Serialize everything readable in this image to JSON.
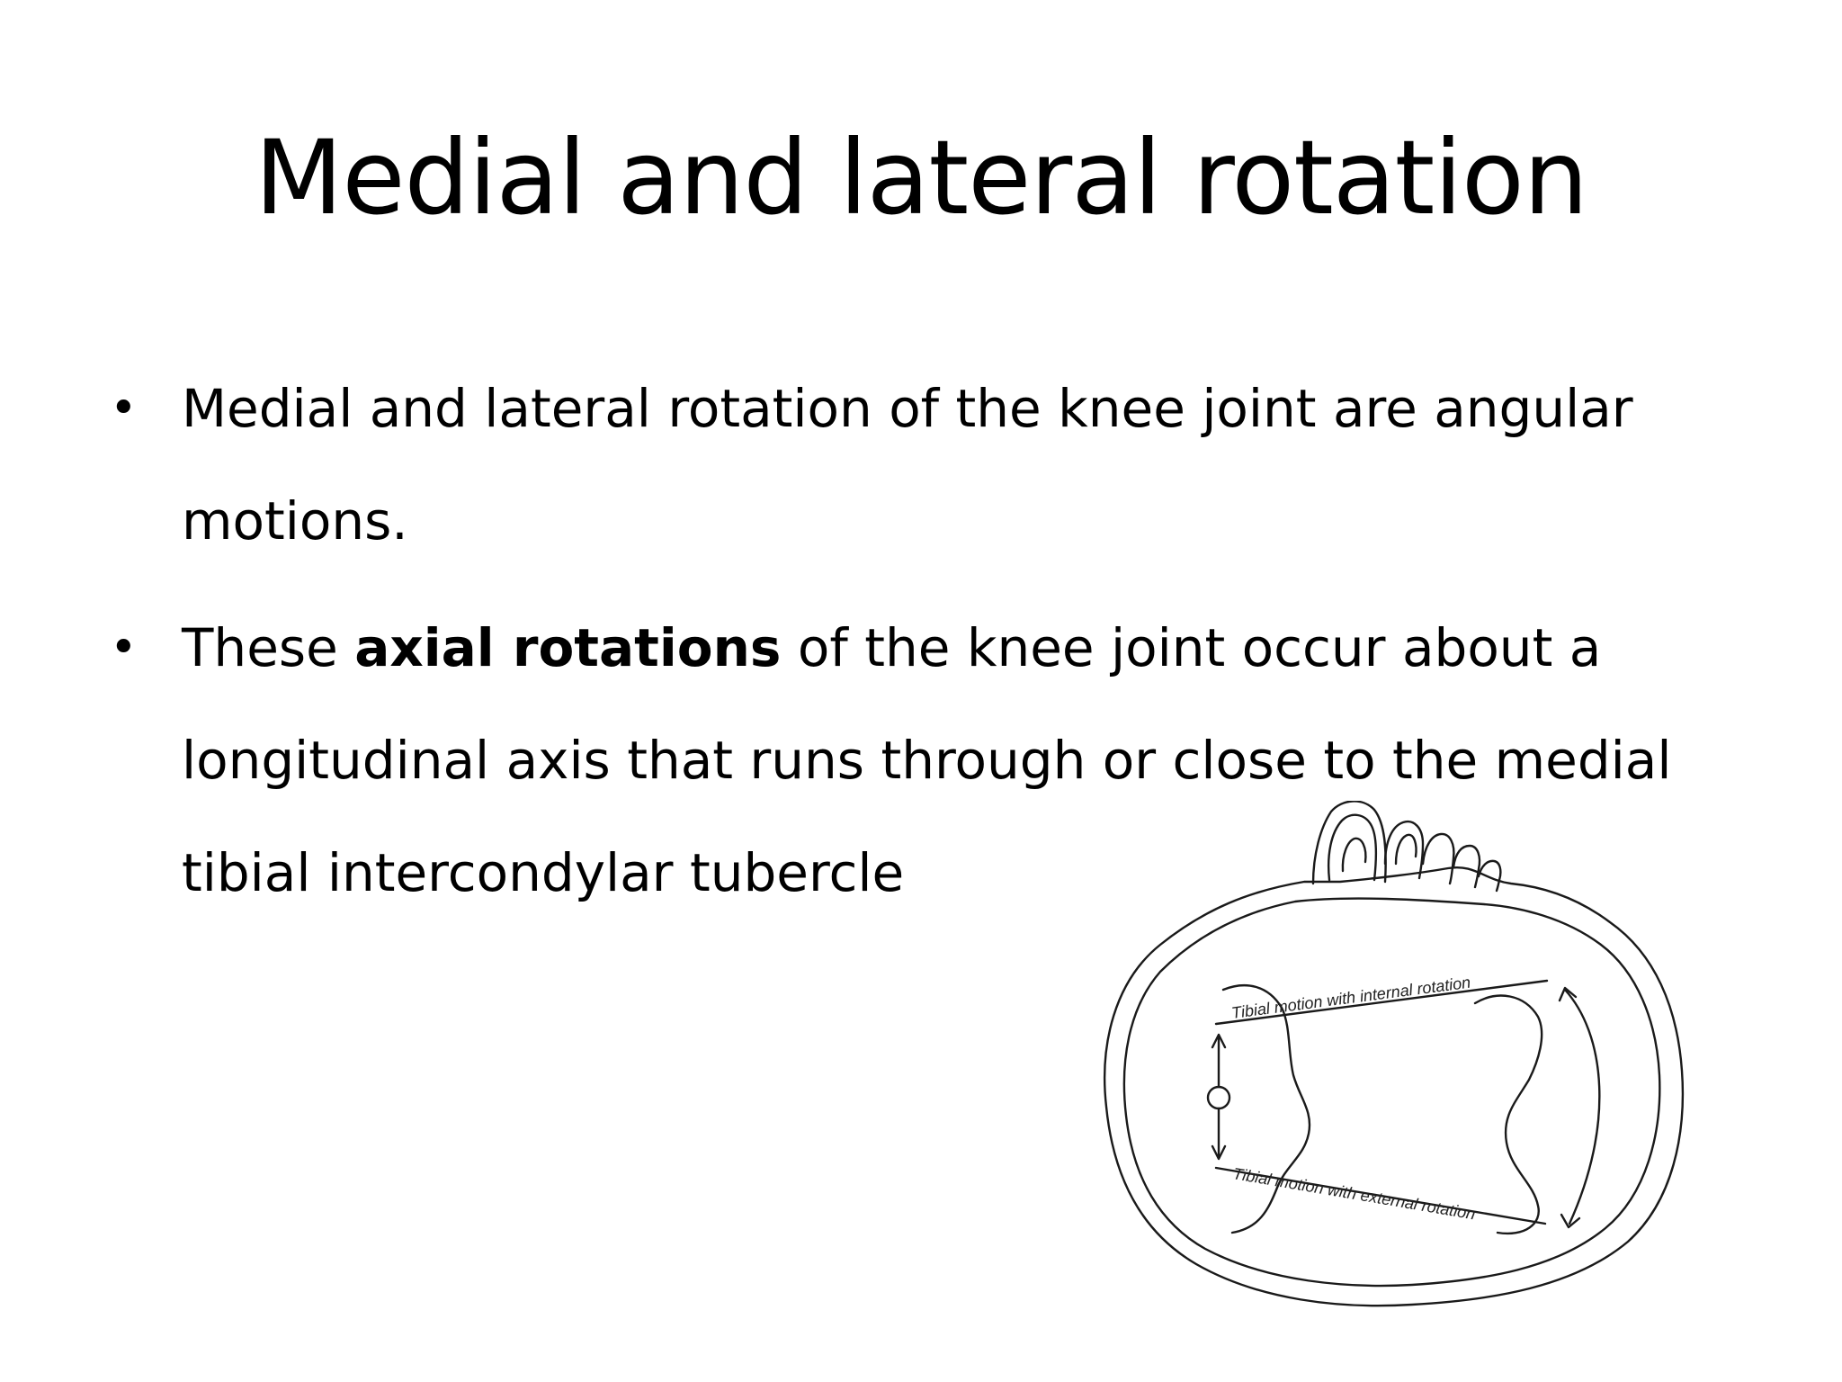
{
  "slide": {
    "title": "Medial and lateral rotation",
    "bullets": [
      {
        "text_before": "Medial and lateral rotation of the knee joint are angular motions.",
        "bold": "",
        "text_after": ""
      },
      {
        "text_before": "These ",
        "bold": "axial rotations",
        "text_after": " of the knee joint occur about a longitudinal axis that runs through or close to the medial tibial intercondylar tubercle"
      }
    ],
    "bullet_symbol": "•"
  },
  "figure": {
    "icon": "tibia-foot-diagram-icon",
    "label_internal": "Tibial motion with internal rotation",
    "label_external": "Tibial motion with external rotation"
  }
}
